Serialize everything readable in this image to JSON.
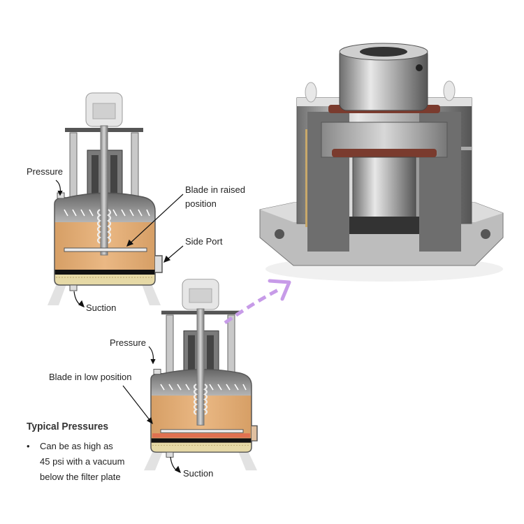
{
  "diagram": {
    "upper_vessel": {
      "pressure_label": "Pressure",
      "blade_label_line1": "Blade in raised",
      "blade_label_line2": "position",
      "side_port_label": "Side Port",
      "suction_label": "Suction"
    },
    "lower_vessel": {
      "pressure_label": "Pressure",
      "blade_label": "Blade in low position",
      "suction_label": "Suction"
    },
    "notes": {
      "title": "Typical Pressures",
      "bullet": "•",
      "lines": [
        "Can be as high as",
        "45 psi with a vacuum",
        "below the filter plate"
      ]
    },
    "colors": {
      "slurry": "#d9a66f",
      "headspace": "#8a8a8a",
      "filter_plate": "#111111",
      "filtrate": "#e6d9a6",
      "cake_layer": "#e07050",
      "callout_arrow": "#c79be8"
    }
  }
}
